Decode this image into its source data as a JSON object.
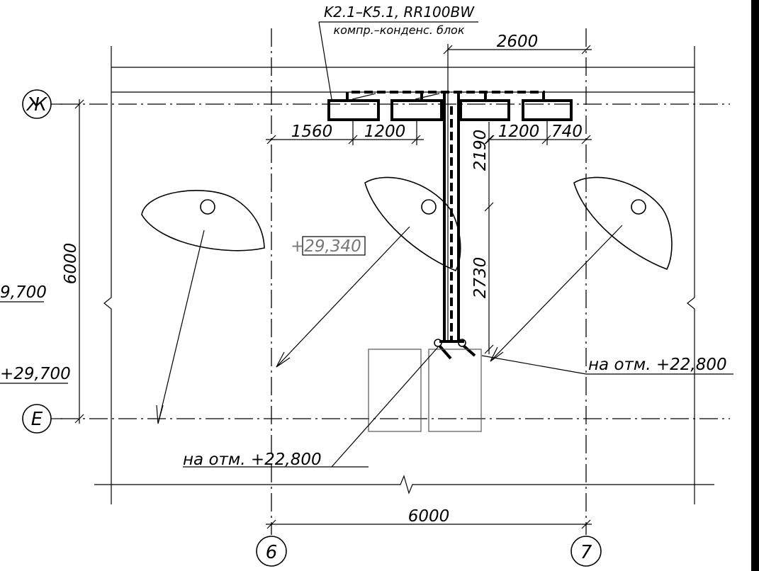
{
  "unit_label": {
    "line1": "K2.1–K5.1, RR100BW",
    "line2": "компр.–конденс. блок"
  },
  "axes": {
    "row_top": "Ж",
    "row_bottom": "Е",
    "col_left": "6",
    "col_right": "7"
  },
  "dimensions": {
    "top_span": "2600",
    "seg_1560": "1560",
    "seg_1200_left": "1200",
    "seg_1200_right": "1200",
    "seg_740": "740",
    "vert_2190": "2190",
    "vert_2730": "2730",
    "vert_6000": "6000",
    "bottom_6000": "6000"
  },
  "elevations": {
    "center": "+29,340",
    "left_upper": "9,700",
    "left_lower": "+29,700",
    "right_note": "на отм. +22,800",
    "bottom_note": "на отм. +22,800"
  },
  "colors": {
    "line": "#000000",
    "background": "#ffffff"
  }
}
